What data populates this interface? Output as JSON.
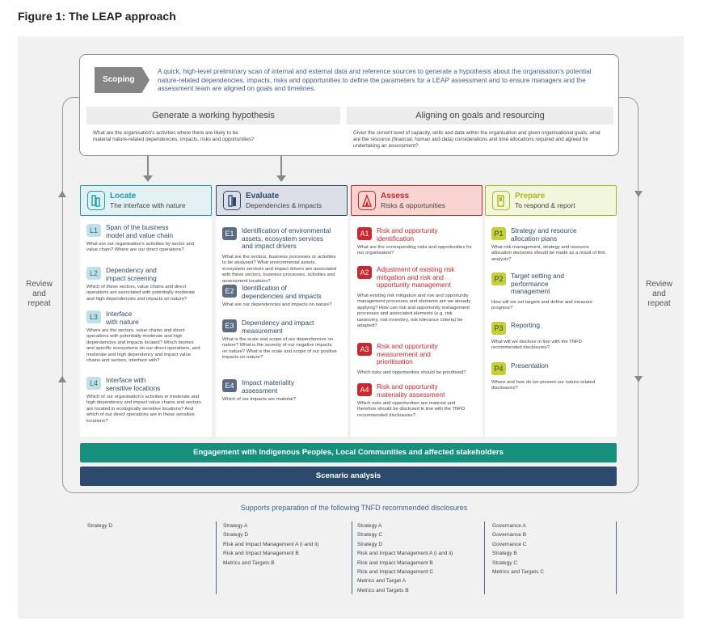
{
  "figure_title": "Figure 1: The LEAP approach",
  "review_label_left": "Review\nand\nrepeat",
  "review_label_right": "Review\nand\nrepeat",
  "scoping": {
    "tag": "Scoping",
    "description": "A quick, high-level preliminary scan of internal and external data and reference sources to generate a hypothesis about the organisation's potential nature-related dependencies, impacts, risks and opportunities to define the parameters for a LEAP assessment and to ensure managers and the assessment team are aligned on goals and timelines.",
    "left_heading": "Generate a working hypothesis",
    "left_question": "What are the organisation's activities where there are likely to be material nature-related dependencies, impacts, risks and opportunities?",
    "right_heading": "Aligning on goals and resourcing",
    "right_question": "Given the current level of capacity, skills and data within the organisation and given organisational goals, what are the resource (financial, human and data) considerations and time allocations required and agreed for undertaking an assessment?"
  },
  "phases": [
    {
      "title": "Locate",
      "subtitle": "The interface with nature",
      "color": "#1a9aa8",
      "bg": "#e2f1f4",
      "badge_bg": "#bfe0e6",
      "badge_fg": "#24707a",
      "items": [
        {
          "code": "L1",
          "title": "Span of the business\nmodel and value chain",
          "question": "What are our organisation's activities by sector and value chain? Where are our direct operations?"
        },
        {
          "code": "L2",
          "title": "Dependency and\nimpact screening",
          "question": "Which of these sectors, value chains and direct operations are associated with potentially moderate and high dependencies and impacts on nature?"
        },
        {
          "code": "L3",
          "title": "Interface\nwith nature",
          "question": "Where are the sectors, value chains and direct operations with potentially moderate and high dependencies and impacts located? Which biomes and specific ecosystems do our direct operations, and moderate and high dependency and impact value chains and sectors, interface with?"
        },
        {
          "code": "L4",
          "title": "Interface with\nsensitive locations",
          "question": "Which of our organisation's activities in moderate and high dependency and impact value chains and sectors are located in ecologically sensitive locations? And which of our direct operations are in these sensitive locations?"
        }
      ]
    },
    {
      "title": "Evaluate",
      "subtitle": "Dependencies & impacts",
      "color": "#2c4a6b",
      "bg": "#dcdfe8",
      "badge_bg": "#5a6b82",
      "badge_fg": "#ffffff",
      "items": [
        {
          "code": "E1",
          "title": "Identification of environmental\nassets, ecosystem services\nand impact drivers",
          "question": "What are the sectors, business processes or activities to be analysed? What environmental assets, ecosystem services and impact drivers are associated with these sectors, business processes, activities and assessment locations?"
        },
        {
          "code": "E2",
          "title": "Identification of\ndependencies and impacts",
          "question": "What are our dependencies and impacts on nature?"
        },
        {
          "code": "E3",
          "title": "Dependency and impact\nmeasurement",
          "question": "What is the scale and scope of our dependencies on nature? What is the severity of our negative impacts on nature? What is the scale and scope of our positive impacts on nature?"
        },
        {
          "code": "E4",
          "title": "Impact materiality\nassessment",
          "question": "Which of our impacts are material?"
        }
      ]
    },
    {
      "title": "Assess",
      "subtitle": "Risks & opportunities",
      "color": "#c8282e",
      "bg": "#f8d4d0",
      "badge_bg": "#c8282e",
      "badge_fg": "#ffffff",
      "items": [
        {
          "code": "A1",
          "title": "Risk and opportunity\nidentification",
          "question": "What are the corresponding risks and opportunities for our organisation?"
        },
        {
          "code": "A2",
          "title": "Adjustment of existing risk\nmitigation and risk and\nopportunity management",
          "question": "What existing risk mitigation and risk and opportunity management processes and elements are we already applying? How can risk and opportunity management processes and associated elements (e.g. risk taxonomy, risk inventory, risk tolerance criteria) be adapted?"
        },
        {
          "code": "A3",
          "title": "Risk and opportunity\nmeasurement and\nprioritisation",
          "question": "Which risks and opportunities should be prioritised?"
        },
        {
          "code": "A4",
          "title": "Risk and opportunity\nmateriality assessment",
          "question": "Which risks and opportunities are material and therefore should be disclosed in line with the TNFD recommended disclosures?"
        }
      ]
    },
    {
      "title": "Prepare",
      "subtitle": "To respond & report",
      "color": "#a9b81a",
      "bg": "#f2f6dc",
      "badge_bg": "#c4d03a",
      "badge_fg": "#3c3c14",
      "items": [
        {
          "code": "P1",
          "title": "Strategy and resource\nallocation plans",
          "question": "What risk management, strategy and resource allocation decisions should be made as a result of this analysis?"
        },
        {
          "code": "P2",
          "title": "Target setting and\nperformance\nmanagement",
          "question": "How will we set targets and define and measure progress?"
        },
        {
          "code": "P3",
          "title": "Reporting",
          "question": "What will we disclose in line with the TNFD recommended disclosures?"
        },
        {
          "code": "P4",
          "title": "Presentation",
          "question": "Where and how do we present our nature-related disclosures?"
        }
      ]
    }
  ],
  "engagement_bar": "Engagement with Indigenous Peoples, Local Communities and affected stakeholders",
  "scenario_bar": "Scenario analysis",
  "supports_heading": "Supports preparation of the following TNFD recommended disclosures",
  "disclosures": [
    [
      "Strategy D"
    ],
    [
      "Strategy A",
      "Strategy D",
      "Risk and Impact Management A (i and ii)",
      "Risk and Impact Management B",
      "Metrics and Targets B"
    ],
    [
      "Strategy A",
      "Strategy C",
      "Strategy D",
      "Risk and Impact Management A (i and ii)",
      "Risk and Impact Management B",
      "Risk and Impact Management C",
      "Metrics and Target A",
      "Metrics and Targets B"
    ],
    [
      "Governance A",
      "Governance B",
      "Governance C",
      "Strategy B",
      "Strategy C",
      "Metrics and Targets C"
    ]
  ]
}
